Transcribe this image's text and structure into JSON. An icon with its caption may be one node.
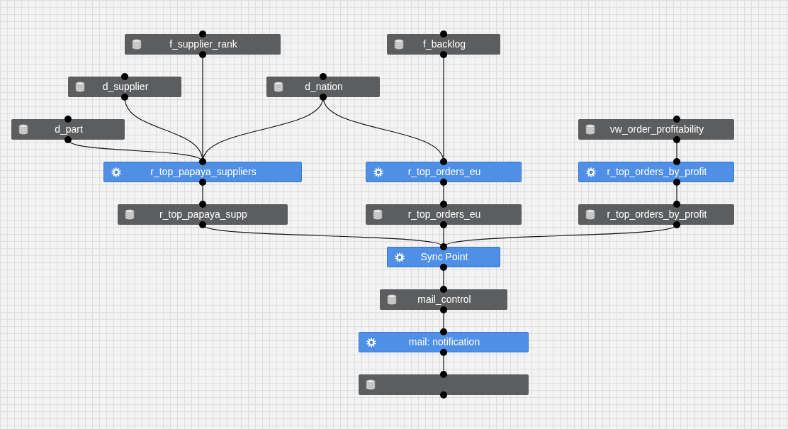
{
  "diagram": {
    "nodes": [
      {
        "text": [
          "f_supplier_rank"
        ]
      },
      {
        "text": [
          "f_backlog"
        ]
      },
      {
        "text": [
          "d_supplier"
        ]
      },
      {
        "text": [
          "d_nation"
        ]
      },
      {
        "text": [
          "d_part"
        ]
      },
      {
        "text": [
          "vw_order_profitability"
        ]
      },
      {
        "text": [
          "r_top_papaya_suppliers"
        ]
      },
      {
        "text": [
          "r_top_orders_eu"
        ]
      },
      {
        "text": [
          "r_top_orders_by_profit"
        ]
      },
      {
        "text": [
          "r_top_papaya_supp"
        ]
      },
      {
        "text": [
          "r_top_orders_eu"
        ]
      },
      {
        "text": [
          "r_top_orders_by_profit"
        ]
      },
      {
        "text": [
          "Sync Point"
        ]
      },
      {
        "text": [
          "mail_control"
        ]
      },
      {
        "text": [
          "mail: notification"
        ]
      },
      {
        "text": [],
        "shape": "box"
      }
    ],
    "edges": [
      {
        "from": 0,
        "to": 6,
        "arrow": "none"
      },
      {
        "from": 2,
        "to": 6,
        "arrow": "none"
      },
      {
        "from": 4,
        "to": 6,
        "arrow": "none"
      },
      {
        "from": 3,
        "to": 6,
        "arrow": "none"
      },
      {
        "from": 3,
        "to": 7,
        "arrow": "none"
      },
      {
        "from": 1,
        "to": 7,
        "arrow": "none"
      },
      {
        "from": 5,
        "to": 8,
        "arrow": "none"
      },
      {
        "from": 6,
        "to": 9,
        "arrow": "none"
      },
      {
        "from": 7,
        "to": 10,
        "arrow": "none"
      },
      {
        "from": 8,
        "to": 11,
        "arrow": "none"
      },
      {
        "from": 9,
        "to": 12,
        "arrow": "none"
      },
      {
        "from": 10,
        "to": 12,
        "arrow": "none"
      },
      {
        "from": 11,
        "to": 12,
        "arrow": "none"
      },
      {
        "from": 12,
        "to": 13,
        "arrow": "none"
      },
      {
        "from": 13,
        "to": 14,
        "arrow": "none"
      },
      {
        "from": 14,
        "to": 15,
        "arrow": "none"
      }
    ]
  }
}
